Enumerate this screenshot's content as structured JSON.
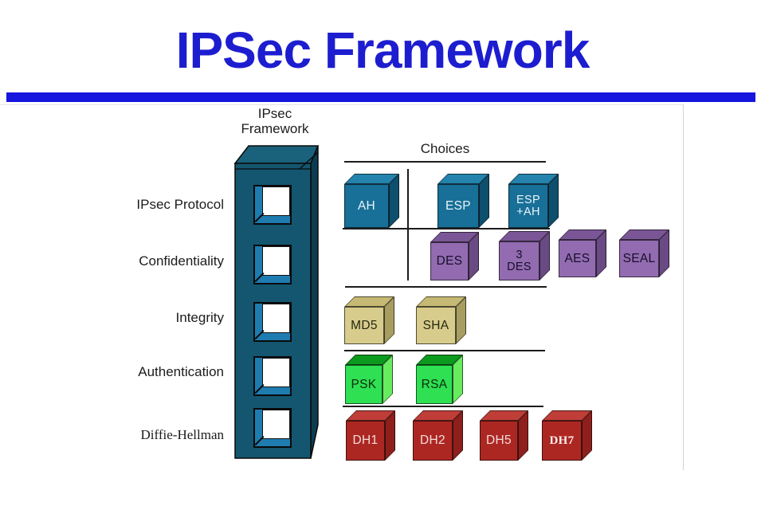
{
  "slide": {
    "title": "IPSec Framework"
  },
  "colors": {
    "title_blue": "#1d1dd0",
    "rule_blue": "#1616df",
    "tower_teal": "#14566f",
    "slot_blue": "#1e7cb0",
    "cube_blue": "#186f97",
    "cube_purple": "#926bb0",
    "cube_khaki": "#d7cc8c",
    "cube_green": "#2ee052",
    "cube_red": "#ad2722",
    "line_black": "#1c1c1c"
  },
  "diagram": {
    "tower_label_lines": [
      "IPsec",
      "Framework"
    ],
    "choices_label": "Choices",
    "rows": [
      {
        "label": "IPsec Protocol",
        "cubes": [
          {
            "lines": [
              "AH"
            ]
          },
          {
            "lines": [
              "ESP"
            ]
          },
          {
            "lines": [
              "ESP",
              "+AH"
            ]
          }
        ]
      },
      {
        "label": "Confidentiality",
        "cubes": [
          {
            "lines": [
              "DES"
            ]
          },
          {
            "lines": [
              "3",
              "DES"
            ]
          },
          {
            "lines": [
              "AES"
            ]
          },
          {
            "lines": [
              "SEAL"
            ]
          }
        ]
      },
      {
        "label": "Integrity",
        "cubes": [
          {
            "lines": [
              "MD5"
            ]
          },
          {
            "lines": [
              "SHA"
            ]
          }
        ]
      },
      {
        "label": "Authentication",
        "cubes": [
          {
            "lines": [
              "PSK"
            ]
          },
          {
            "lines": [
              "RSA"
            ]
          }
        ]
      },
      {
        "label": "Diffie-Hellman",
        "cubes": [
          {
            "lines": [
              "DH1"
            ]
          },
          {
            "lines": [
              "DH2"
            ]
          },
          {
            "lines": [
              "DH5"
            ]
          },
          {
            "lines": [
              "DH7"
            ]
          }
        ]
      }
    ]
  }
}
